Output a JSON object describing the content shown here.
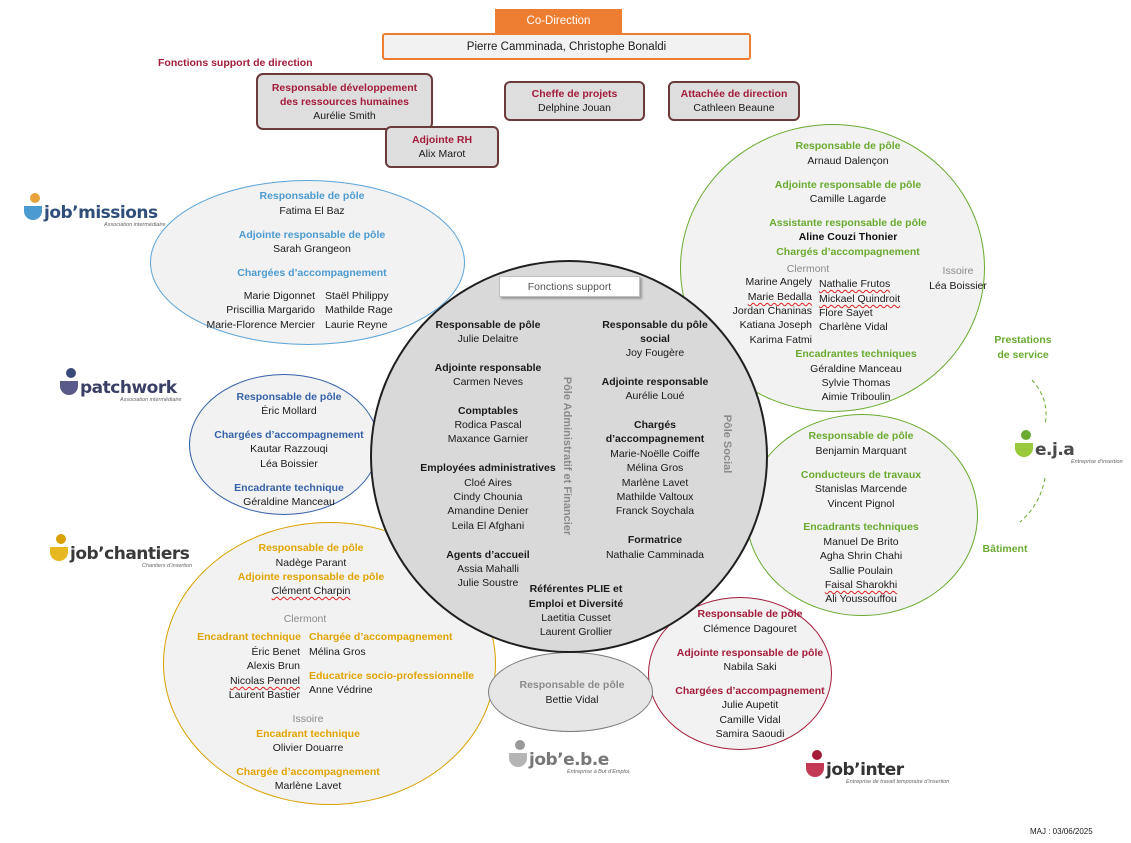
{
  "codirection": {
    "title": "Co-Direction",
    "names": "Pierre Camminada, Christophe Bonaldi"
  },
  "support_direction": {
    "label": "Fonctions support de direction",
    "rdrh": {
      "role1": "Responsable développement",
      "role2": "des ressources humaines",
      "name": "Aurélie Smith"
    },
    "cheffe": {
      "role": "Cheffe de projets",
      "name": "Delphine Jouan"
    },
    "attachee": {
      "role": "Attachée de direction",
      "name": "Cathleen Beaune"
    },
    "adjrh": {
      "role": "Adjointe RH",
      "name": "Alix Marot"
    }
  },
  "center": {
    "label": "Fonctions support",
    "admin_label": "Pôle Administratif et Financier",
    "social_label": "Pôle Social",
    "admin": {
      "resp_role": "Responsable de pôle",
      "resp_name": "Julie Delaitre",
      "adj_role": "Adjointe responsable",
      "adj_name": "Carmen Neves",
      "compta_role": "Comptables",
      "compta_1": "Rodica Pascal",
      "compta_2": "Maxance Garnier",
      "emp_role": "Employées administratives",
      "emp_1": "Cloé Aires",
      "emp_2": "Cindy Chounia",
      "emp_3": "Amandine Denier",
      "emp_4": "Leila El Afghani",
      "acc_role": "Agents d’accueil",
      "acc_1": "Assia Mahalli",
      "acc_2": "Julie Soustre"
    },
    "social": {
      "resp_role1": "Responsable du pôle",
      "resp_role2": "social",
      "resp_name": "Joy Fougère",
      "adj_role": "Adjointe responsable",
      "adj_name": "Aurélie Loué",
      "ch_role1": "Chargés",
      "ch_role2": "d’accompagnement",
      "ch_1": "Marie-Noëlle Coiffe",
      "ch_2": "Mélina Gros",
      "ch_3": "Marlène Lavet",
      "ch_4": "Mathilde Valtoux",
      "ch_5": "Franck Soychala",
      "form_role": "Formatrice",
      "form_name": "Nathalie Camminada"
    },
    "plie": {
      "role1": "Référentes PLIE et",
      "role2": "Emploi et Diversité",
      "name1": "Laetitia Cusset",
      "name2": "Laurent Grollier"
    }
  },
  "jobmissions": {
    "logo": "job’missions",
    "logo_sub": "Association intermédiaire",
    "resp_role": "Responsable de pôle",
    "resp_name": "Fatima El Baz",
    "adj_role": "Adjointe responsable de pôle",
    "adj_name": "Sarah Grangeon",
    "ch_role": "Chargées d’accompagnement",
    "col1": [
      "Marie Digonnet",
      "Priscillia Margarido",
      "Marie-Florence Mercier"
    ],
    "col2": [
      "Staël Philippy",
      "Mathilde Rage",
      "Laurie Reyne"
    ]
  },
  "patchwork": {
    "logo": "patchwork",
    "logo_sub": "Association intermédiaire",
    "resp_role": "Responsable de pôle",
    "resp_name": "Éric Mollard",
    "ch_role": "Chargées d’accompagnement",
    "ch_1": "Kautar Razzouqi",
    "ch_2": "Léa Boissier",
    "enc_role": "Encadrante technique",
    "enc_name": "Géraldine Manceau"
  },
  "jobchantiers": {
    "logo": "job’chantiers",
    "logo_sub": "Chantiers d’insertion",
    "resp_role": "Responsable de pôle",
    "resp_name": "Nadège Parant",
    "adj_role": "Adjointe responsable de pôle",
    "adj_name": "Clément Charpin",
    "clermont": "Clermont",
    "enc_role": "Encadrant technique",
    "enc": [
      "Éric Benet",
      "Alexis Brun",
      "Nicolas Pennel",
      "Laurent Bastier"
    ],
    "ch_role": "Chargée d’accompagnement",
    "ch_name": "Mélina Gros",
    "edu_role": "Educatrice socio-professionnelle",
    "edu_name": "Anne Védrine",
    "issoire": "Issoire",
    "iss_enc_role": "Encadrant technique",
    "iss_enc_name": "Olivier Douarre",
    "iss_ch_role": "Chargée d’accompagnement",
    "iss_ch_name": "Marlène Lavet"
  },
  "jobebe": {
    "logo": "job’e.b.e",
    "logo_sub": "Entreprise à But d’Emploi",
    "resp_role": "Responsable de pôle",
    "resp_name": "Bettie Vidal"
  },
  "jobinter": {
    "logo": "job’inter",
    "logo_sub": "Entreprise de travail temporaire d’insertion",
    "resp_role": "Responsable de pôle",
    "resp_name": "Clémence Dagouret",
    "adj_role": "Adjointe responsable de pôle",
    "adj_name": "Nabila Saki",
    "ch_role": "Chargées d’accompagnement",
    "ch": [
      "Julie Aupetit",
      "Camille Vidal",
      "Samira Saoudi"
    ]
  },
  "eja": {
    "logo": "e.j.a",
    "logo_sub": "Entreprise d’insertion",
    "prestations": {
      "label1": "Prestations",
      "label2": "de service",
      "resp_role": "Responsable de pôle",
      "resp_name": "Arnaud Dalençon",
      "adj_role": "Adjointe responsable de pôle",
      "adj_name": "Camille Lagarde",
      "ass_role": "Assistante responsable de pôle",
      "ass_name": "Aline Couzi Thonier",
      "ch_role": "Chargés d’accompagnement",
      "clermont": "Clermont",
      "issoire": "Issoire",
      "issoire_name": "Léa Boissier",
      "col1": [
        "Marine Angely",
        "Marie Bedalla",
        "Jordan Chaninas",
        "Katiana Joseph",
        "Karima Fatmi"
      ],
      "col2": [
        "Nathalie Frutos",
        "Mickael Quindroit",
        "Flore Sayet",
        "Charlène Vidal"
      ],
      "enc_role": "Encadrantes techniques",
      "enc": [
        "Géraldine Manceau",
        "Sylvie Thomas",
        "Aimie Triboulin"
      ]
    },
    "batiment": {
      "label": "Bâtiment",
      "resp_role": "Responsable de pôle",
      "resp_name": "Benjamin Marquant",
      "cond_role": "Conducteurs de travaux",
      "cond": [
        "Stanislas Marcende",
        "Vincent Pignol"
      ],
      "enc_role": "Encadrants techniques",
      "enc": [
        "Manuel De Brito",
        "Agha Shrin Chahi",
        "Sallie Poulain",
        "Faisal Sharokhi",
        "Ali Youssouffou"
      ]
    }
  },
  "maj": "MAJ : 03/06/2025",
  "colors": {
    "wine": "#a31c3a",
    "blue": "#4b9bd0",
    "dblue": "#3561a8",
    "green": "#6aaa2f",
    "gold": "#e0a400",
    "orange": "#ed7d31"
  }
}
